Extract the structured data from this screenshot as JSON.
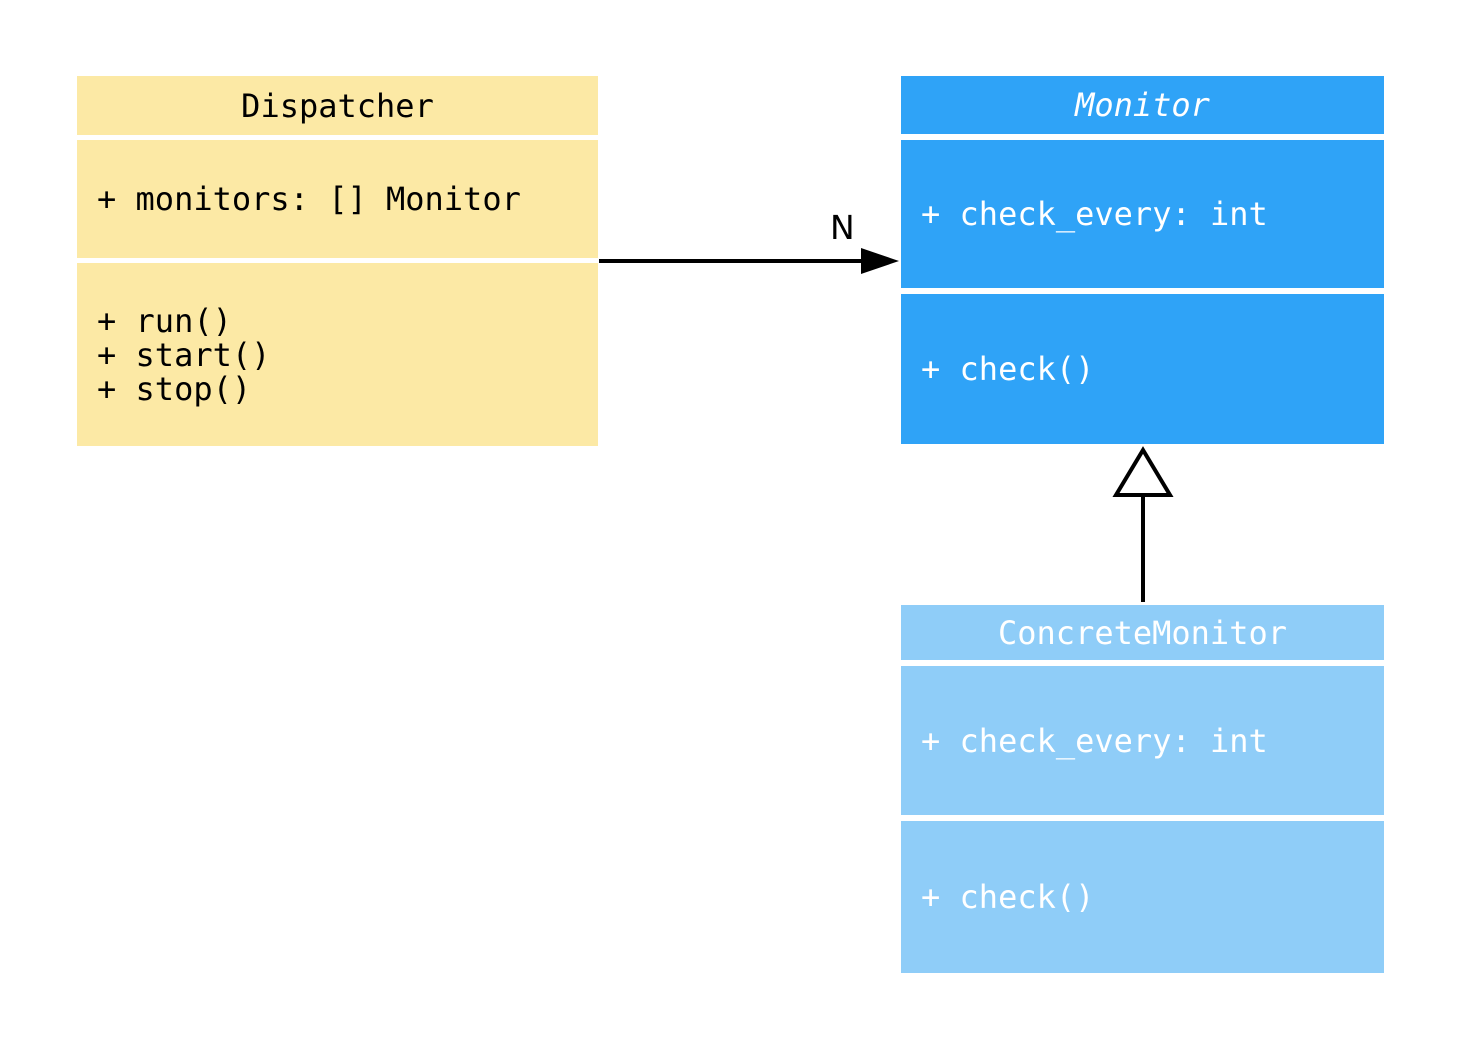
{
  "diagram": {
    "classes": [
      {
        "name": "Dispatcher",
        "abstract": false,
        "attributes": [
          "+ monitors: [] Monitor"
        ],
        "methods": [
          "+ run()",
          "+ start()",
          "+ stop()"
        ],
        "bg_color": "#FCE9A5",
        "text_color": "#000000"
      },
      {
        "name": "Monitor",
        "abstract": true,
        "attributes": [
          "+ check_every: int"
        ],
        "methods": [
          "+ check()"
        ],
        "bg_color": "#2FA3F7",
        "text_color": "#FFFFFF"
      },
      {
        "name": "ConcreteMonitor",
        "abstract": false,
        "attributes": [
          "+ check_every: int"
        ],
        "methods": [
          "+ check()"
        ],
        "bg_color": "#8FCDF8",
        "text_color": "#FFFFFF"
      }
    ],
    "relationships": [
      {
        "type": "association",
        "from": "Dispatcher",
        "to": "Monitor",
        "label": "N"
      },
      {
        "type": "inheritance",
        "from": "ConcreteMonitor",
        "to": "Monitor",
        "label": ""
      }
    ],
    "colors": {
      "background": "#FFFFFF",
      "line": "#000000"
    }
  }
}
